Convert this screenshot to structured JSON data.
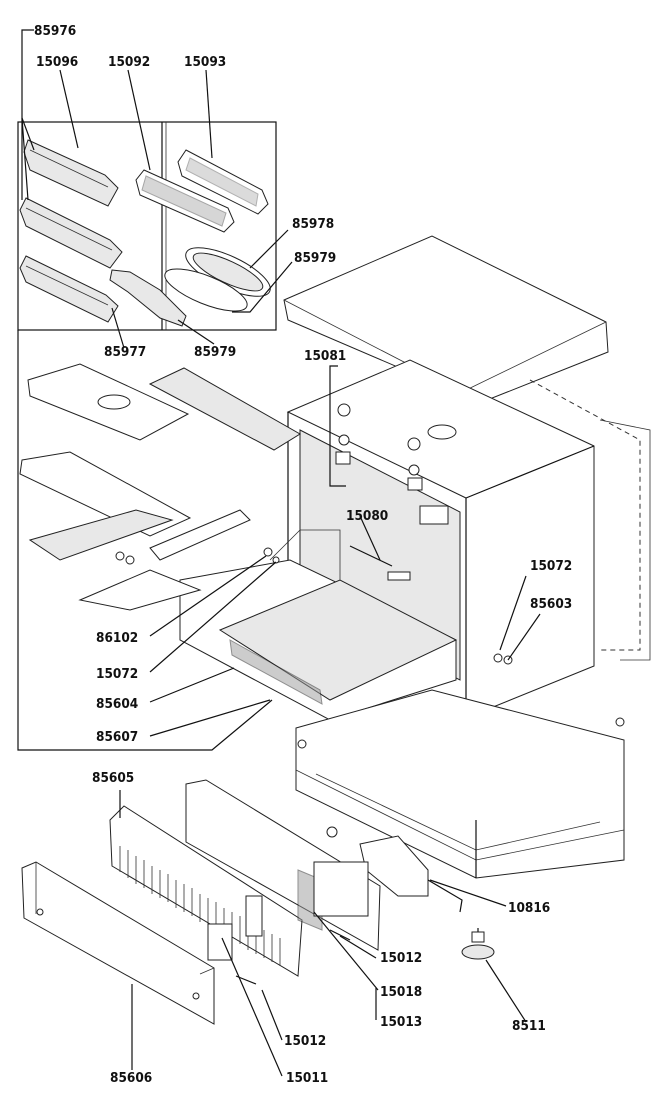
{
  "labels": {
    "l85976": "85976",
    "l15096": "15096",
    "l15092": "15092",
    "l15093": "15093",
    "l85978": "85978",
    "l85979a": "85979",
    "l85977": "85977",
    "l85979b": "85979",
    "l15081": "15081",
    "l15080": "15080",
    "l15072a": "15072",
    "l85603": "85603",
    "l86102": "86102",
    "l15072b": "15072",
    "l85604": "85604",
    "l85607": "85607",
    "l85605": "85605",
    "l10816": "10816",
    "l15012a": "15012",
    "l15018": "15018",
    "l15013": "15013",
    "l8511": "8511",
    "l15012b": "15012",
    "l15011": "15011",
    "l85606": "85606"
  }
}
